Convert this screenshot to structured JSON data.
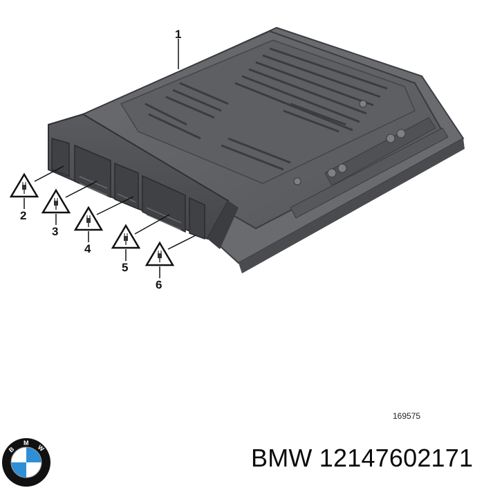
{
  "diagram": {
    "subject": "Engine control unit (ECU) with connector slots",
    "callouts": [
      {
        "id": "1",
        "label": "1",
        "target": "ECU housing"
      },
      {
        "id": "2",
        "label": "2",
        "target": "connector slot",
        "icon": "electrical-plug-warning-icon"
      },
      {
        "id": "3",
        "label": "3",
        "target": "connector slot",
        "icon": "electrical-plug-warning-icon"
      },
      {
        "id": "4",
        "label": "4",
        "target": "connector slot",
        "icon": "electrical-plug-warning-icon"
      },
      {
        "id": "5",
        "label": "5",
        "target": "connector slot",
        "icon": "electrical-plug-warning-icon"
      },
      {
        "id": "6",
        "label": "6",
        "target": "connector slot",
        "icon": "electrical-plug-warning-icon"
      }
    ],
    "reference_number": "169575"
  },
  "brand": {
    "logo_letters": [
      "B",
      "M",
      "W"
    ],
    "colors": {
      "blue": "#2f8fd6",
      "white": "#ffffff",
      "ring": "#111111"
    }
  },
  "caption": {
    "text": "BMW 12147602171"
  },
  "colors": {
    "housing": "#5c5d60",
    "housing_light": "#7b7c80",
    "housing_dark": "#3e3f42",
    "line": "#111111"
  }
}
